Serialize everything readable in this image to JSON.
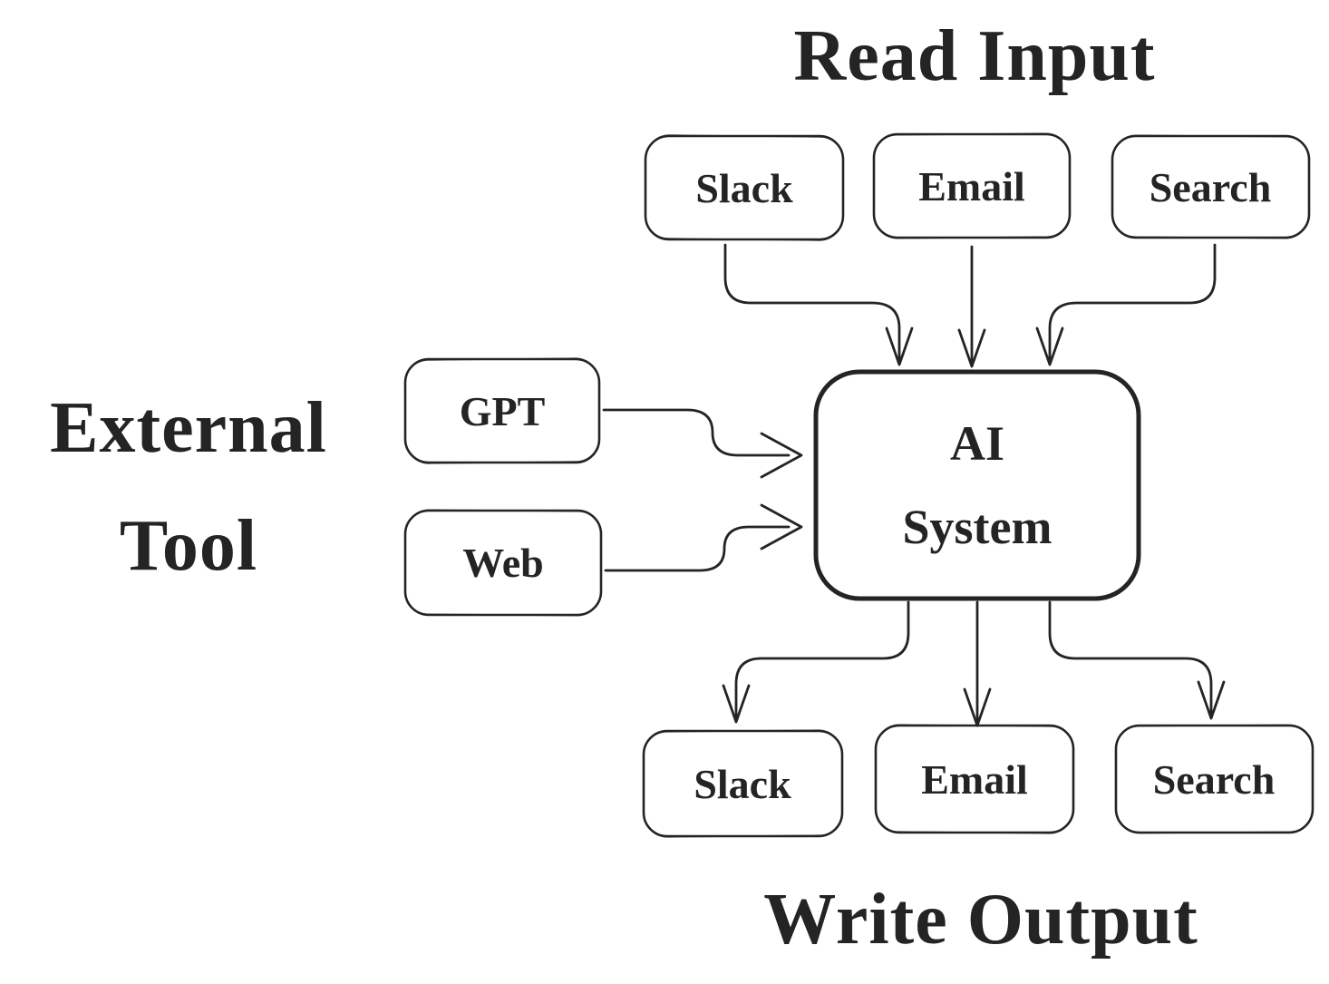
{
  "diagram": {
    "headings": {
      "read_input": "Read Input",
      "external_tool_line1": "External",
      "external_tool_line2": "Tool",
      "write_output": "Write Output"
    },
    "nodes": {
      "inputs": [
        {
          "id": "input-slack",
          "label": "Slack"
        },
        {
          "id": "input-email",
          "label": "Email"
        },
        {
          "id": "input-search",
          "label": "Search"
        }
      ],
      "external_tools": [
        {
          "id": "tool-gpt",
          "label": "GPT"
        },
        {
          "id": "tool-web",
          "label": "Web"
        }
      ],
      "center": {
        "id": "ai-system",
        "label_line1": "AI",
        "label_line2": "System"
      },
      "outputs": [
        {
          "id": "output-slack",
          "label": "Slack"
        },
        {
          "id": "output-email",
          "label": "Email"
        },
        {
          "id": "output-search",
          "label": "Search"
        }
      ]
    },
    "edges": [
      {
        "from": "input-slack",
        "to": "ai-system"
      },
      {
        "from": "input-email",
        "to": "ai-system"
      },
      {
        "from": "input-search",
        "to": "ai-system"
      },
      {
        "from": "tool-gpt",
        "to": "ai-system"
      },
      {
        "from": "tool-web",
        "to": "ai-system"
      },
      {
        "from": "ai-system",
        "to": "output-slack"
      },
      {
        "from": "ai-system",
        "to": "output-email"
      },
      {
        "from": "ai-system",
        "to": "output-search"
      }
    ],
    "colors": {
      "stroke": "#242424",
      "background": "#ffffff"
    }
  }
}
